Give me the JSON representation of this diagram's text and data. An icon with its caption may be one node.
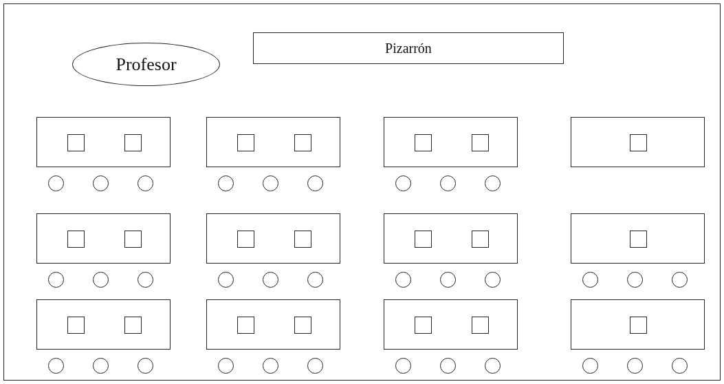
{
  "diagram": {
    "nodes": [
      {
        "text": [
          "Profesor"
        ]
      },
      {
        "text": [
          "Pizarrón"
        ]
      },
      {
        "text": [],
        "shape": "box"
      },
      {
        "text": [],
        "shape": "box",
        "in": 2
      },
      {
        "text": [],
        "shape": "box",
        "in": 2
      },
      {
        "text": [],
        "shape": "circle"
      },
      {
        "text": [],
        "shape": "circle"
      },
      {
        "text": [],
        "shape": "circle"
      },
      {
        "text": [],
        "shape": "box"
      },
      {
        "text": [],
        "shape": "box",
        "in": 8
      },
      {
        "text": [],
        "shape": "box",
        "in": 8
      },
      {
        "text": [],
        "shape": "circle"
      },
      {
        "text": [],
        "shape": "circle"
      },
      {
        "text": [],
        "shape": "circle"
      },
      {
        "text": [],
        "shape": "box"
      },
      {
        "text": [],
        "shape": "box",
        "in": 14
      },
      {
        "text": [],
        "shape": "box",
        "in": 14
      },
      {
        "text": [],
        "shape": "circle"
      },
      {
        "text": [],
        "shape": "circle"
      },
      {
        "text": [],
        "shape": "circle"
      },
      {
        "text": [],
        "shape": "box"
      },
      {
        "text": [],
        "shape": "box",
        "in": 20
      },
      {
        "text": [],
        "shape": "box"
      },
      {
        "text": [],
        "shape": "box",
        "in": 22
      },
      {
        "text": [],
        "shape": "box",
        "in": 22
      },
      {
        "text": [],
        "shape": "circle"
      },
      {
        "text": [],
        "shape": "circle"
      },
      {
        "text": [],
        "shape": "circle"
      },
      {
        "text": [],
        "shape": "box"
      },
      {
        "text": [],
        "shape": "box",
        "in": 28
      },
      {
        "text": [],
        "shape": "box",
        "in": 28
      },
      {
        "text": [],
        "shape": "circle"
      },
      {
        "text": [],
        "shape": "circle"
      },
      {
        "text": [],
        "shape": "circle"
      },
      {
        "text": [],
        "shape": "box"
      },
      {
        "text": [],
        "shape": "box",
        "in": 34
      },
      {
        "text": [],
        "shape": "box",
        "in": 34
      },
      {
        "text": [],
        "shape": "circle"
      },
      {
        "text": [],
        "shape": "circle"
      },
      {
        "text": [],
        "shape": "circle"
      },
      {
        "text": [],
        "shape": "box"
      },
      {
        "text": [],
        "shape": "box",
        "in": 40
      },
      {
        "text": [],
        "shape": "circle"
      },
      {
        "text": [],
        "shape": "circle"
      },
      {
        "text": [],
        "shape": "circle"
      },
      {
        "text": [],
        "shape": "box"
      },
      {
        "text": [],
        "shape": "box",
        "in": 45
      },
      {
        "text": [],
        "shape": "box",
        "in": 45
      },
      {
        "text": [],
        "shape": "circle"
      },
      {
        "text": [],
        "shape": "circle"
      },
      {
        "text": [],
        "shape": "circle"
      },
      {
        "text": [],
        "shape": "box"
      },
      {
        "text": [],
        "shape": "box",
        "in": 51
      },
      {
        "text": [],
        "shape": "box",
        "in": 51
      },
      {
        "text": [],
        "shape": "circle"
      },
      {
        "text": [],
        "shape": "circle"
      },
      {
        "text": [],
        "shape": "circle"
      },
      {
        "text": [],
        "shape": "box"
      },
      {
        "text": [],
        "shape": "box",
        "in": 57
      },
      {
        "text": [],
        "shape": "box",
        "in": 57
      },
      {
        "text": [],
        "shape": "circle"
      },
      {
        "text": [],
        "shape": "circle"
      },
      {
        "text": [],
        "shape": "circle"
      },
      {
        "text": [],
        "shape": "box"
      },
      {
        "text": [],
        "shape": "box",
        "in": 63
      },
      {
        "text": [],
        "shape": "circle"
      },
      {
        "text": [],
        "shape": "circle"
      },
      {
        "text": [],
        "shape": "circle"
      }
    ]
  }
}
